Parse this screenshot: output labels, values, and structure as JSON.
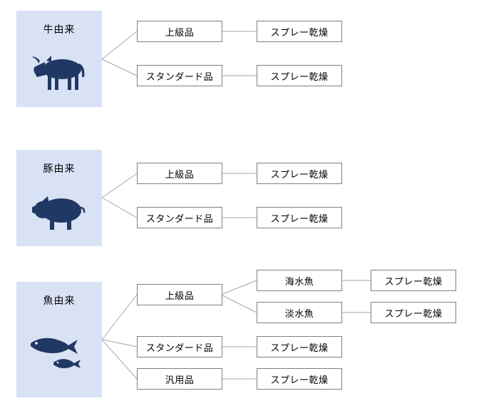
{
  "cow": {
    "group_label": "牛由来",
    "rows": [
      {
        "grade": "上級品",
        "process": "スプレー乾燥"
      },
      {
        "grade": "スタンダード品",
        "process": "スプレー乾燥"
      }
    ]
  },
  "pig": {
    "group_label": "豚由来",
    "rows": [
      {
        "grade": "上級品",
        "process": "スプレー乾燥"
      },
      {
        "grade": "スタンダード品",
        "process": "スプレー乾燥"
      }
    ]
  },
  "fish": {
    "group_label": "魚由来",
    "premium": {
      "grade": "上級品",
      "subtypes": [
        {
          "type": "海水魚",
          "process": "スプレー乾燥"
        },
        {
          "type": "淡水魚",
          "process": "スプレー乾燥"
        }
      ]
    },
    "rows": [
      {
        "grade": "スタンダード品",
        "process": "スプレー乾燥"
      },
      {
        "grade": "汎用品",
        "process": "スプレー乾燥"
      }
    ]
  },
  "colors": {
    "group_bg": "#d9e1f5",
    "silhouette": "#203864",
    "box_border": "#7f7f7f",
    "line": "#a6a6a6",
    "text": "#000000"
  }
}
